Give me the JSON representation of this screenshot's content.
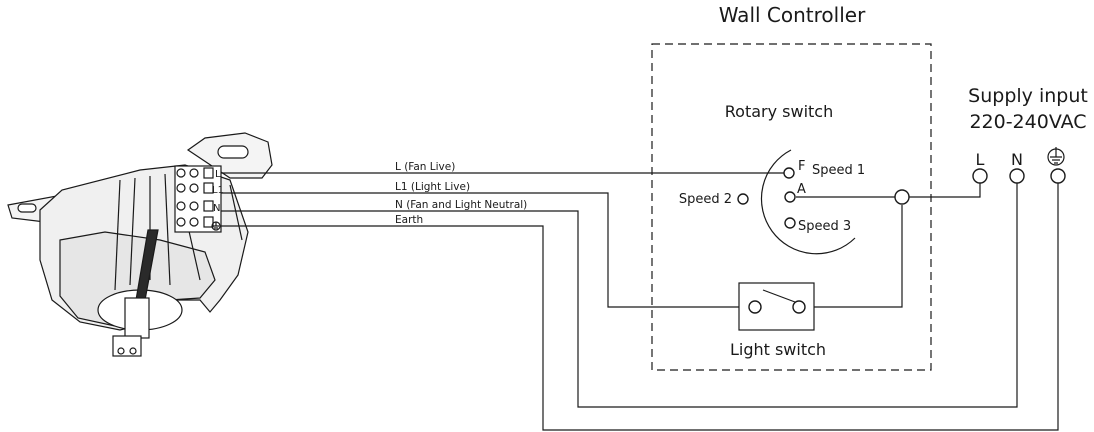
{
  "controller": {
    "title": "Wall Controller",
    "rotary_title": "Rotary switch",
    "rotary_terminals": {
      "f": "F",
      "a": "A"
    },
    "speeds": {
      "s1": "Speed 1",
      "s2": "Speed 2",
      "s3": "Speed 3"
    },
    "light_switch": "Light switch"
  },
  "supply": {
    "title_line1": "Supply input",
    "title_line2": "220-240VAC",
    "terminals": [
      "L",
      "N"
    ]
  },
  "wires": {
    "fan_live": "L (Fan Live)",
    "light_live": "L1 (Light Live)",
    "neutral": "N (Fan and Light Neutral)",
    "earth": "Earth"
  },
  "fixture": {
    "terminal_labels": [
      "L",
      "L1",
      "N"
    ]
  }
}
